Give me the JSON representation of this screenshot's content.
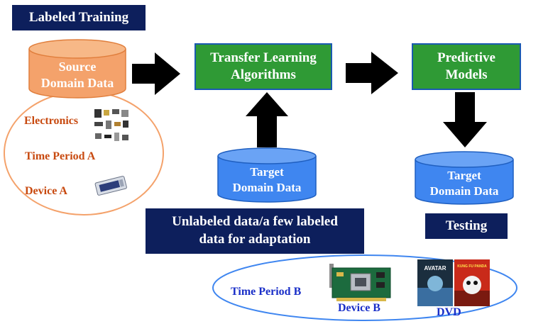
{
  "header": {
    "label": "Labeled Training"
  },
  "source": {
    "title": "Source Domain Data",
    "title_line1": "Source",
    "title_line2": "Domain Data",
    "items": [
      "Electronics",
      "Time Period A",
      "Device A"
    ]
  },
  "transfer": {
    "line1": "Transfer Learning",
    "line2": "Algorithms"
  },
  "predictive": {
    "line1": "Predictive",
    "line2": "Models"
  },
  "target_left": {
    "line1": "Target",
    "line2": "Domain Data"
  },
  "target_right": {
    "line1": "Target",
    "line2": "Domain Data"
  },
  "unlabeled": {
    "line1": "Unlabeled data/a few labeled",
    "line2": "data for adaptation"
  },
  "testing": {
    "label": "Testing"
  },
  "target_domain_items": [
    "Time Period B",
    "Device B",
    "DVD"
  ],
  "dvd_covers": [
    "AVATAR",
    "KUNG FU PANDA"
  ],
  "colors": {
    "navy": "#0d1f5c",
    "green": "#2f9a35",
    "orange": "#f4a26b",
    "blue": "#3f86f0",
    "arrow": "#000000"
  }
}
